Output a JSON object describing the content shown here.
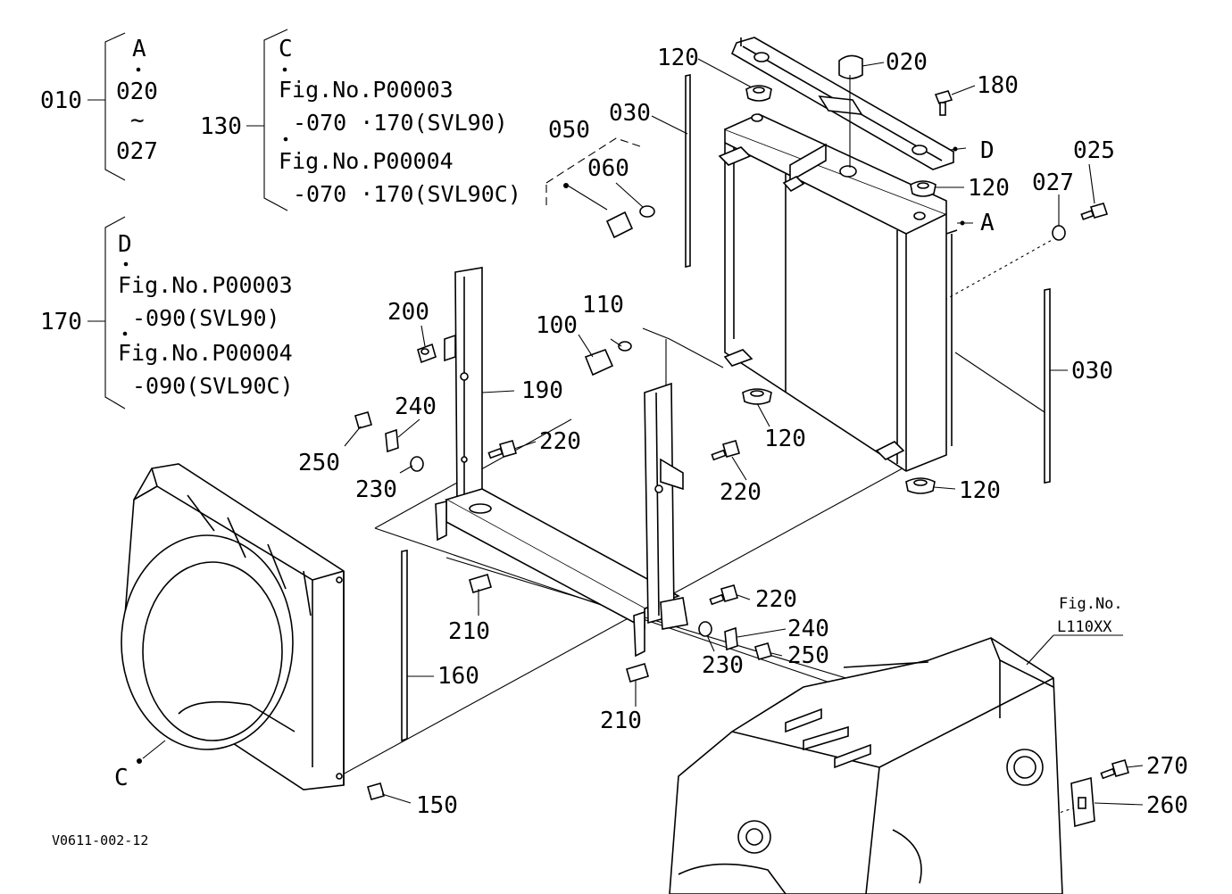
{
  "legend": {
    "g010": {
      "ref": "010",
      "lines": [
        "A",
        "020",
        "~",
        "027"
      ]
    },
    "g130": {
      "ref": "130",
      "lines": [
        "C",
        "Fig.No.P00003",
        "-070 ·170(SVL90)",
        "Fig.No.P00004",
        "-070 ·170(SVL90C)"
      ]
    },
    "g170": {
      "ref": "170",
      "lines": [
        "D",
        "Fig.No.P00003",
        "-090(SVL90)",
        "Fig.No.P00004",
        "-090(SVL90C)"
      ]
    }
  },
  "callouts": {
    "p020": "020",
    "p025": "025",
    "p027": "027",
    "p030a": "030",
    "p030b": "030",
    "p050": "050",
    "p060": "060",
    "p100": "100",
    "p110": "110",
    "p120a": "120",
    "p120b": "120",
    "p120c": "120",
    "p120d": "120",
    "p150": "150",
    "p160": "160",
    "p180": "180",
    "p190": "190",
    "p200": "200",
    "p210a": "210",
    "p210b": "210",
    "p220a": "220",
    "p220b": "220",
    "p220c": "220",
    "p230a": "230",
    "p230b": "230",
    "p240a": "240",
    "p240b": "240",
    "p250a": "250",
    "p250b": "250",
    "p260": "260",
    "p270": "270"
  },
  "refs": {
    "a": "A",
    "c": "C",
    "d": "D"
  },
  "figref": {
    "line1": "Fig.No.",
    "line2": "L110XX"
  },
  "code": "V0611-002-12"
}
